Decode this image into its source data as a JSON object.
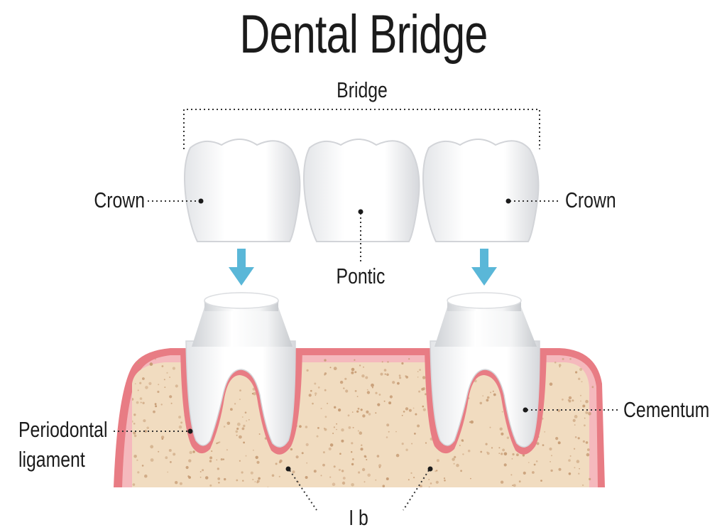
{
  "title": "Dental Bridge",
  "labels": {
    "bridge": "Bridge",
    "crown_left": "Crown",
    "crown_right": "Crown",
    "pontic": "Pontic",
    "cementum": "Cementum",
    "periodontal_line1": "Periodontal",
    "periodontal_line2": "ligament",
    "bottom_partial": "I   b"
  },
  "colors": {
    "bone": "#f1dcc0",
    "bone_speckle": "#c59a72",
    "gum": "#e87c84",
    "gum_light": "#f5b9bd",
    "tooth": "#ffffff",
    "tooth_shadow": "#d9dbde",
    "arrow": "#5ab7d8",
    "text": "#1b1b1b"
  }
}
